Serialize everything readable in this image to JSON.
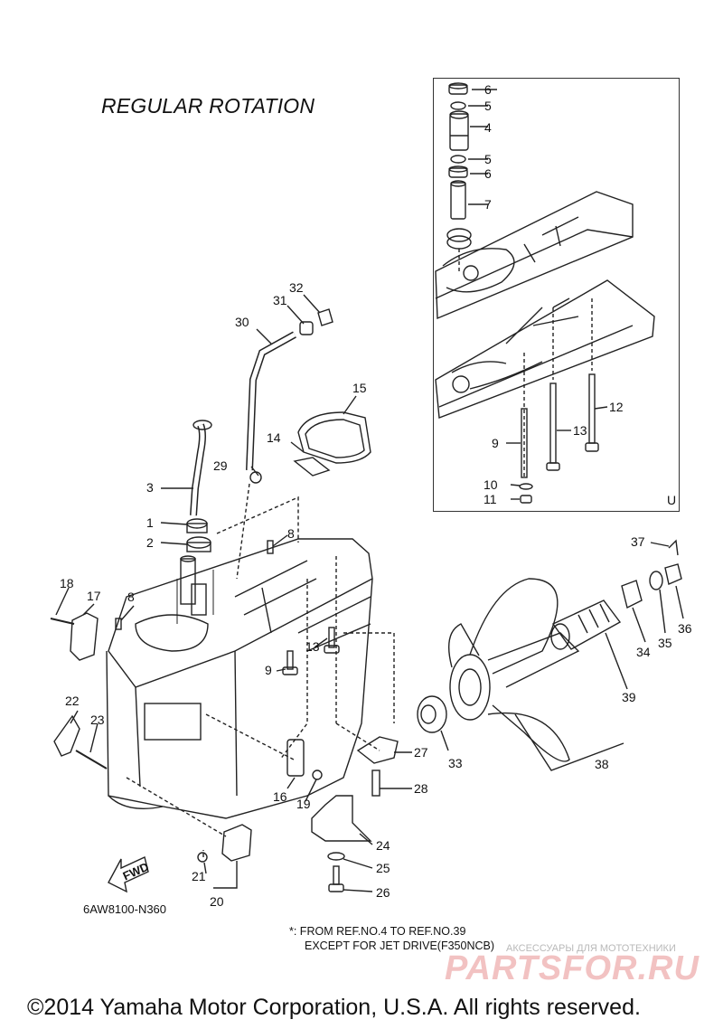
{
  "diagram": {
    "title": "REGULAR ROTATION",
    "inset_mark": "U",
    "fwd_label": "FWD",
    "diagram_code": "6AW8100-N360",
    "note_line1": "*: FROM REF.NO.4 TO REF.NO.39",
    "note_line2": "EXCEPT FOR JET DRIVE(F350NCB)",
    "watermark_small": "АКСЕССУАРЫ ДЛЯ МОТОТЕХНИКИ",
    "watermark_brand": "PARTSFOR.RU",
    "copyright": "©2014 Yamaha Motor Corporation, U.S.A. All rights reserved."
  },
  "callouts": [
    "6",
    "5",
    "4",
    "5",
    "6",
    "7",
    "12",
    "13",
    "9",
    "10",
    "11",
    "32",
    "31",
    "30",
    "15",
    "14",
    "29",
    "3",
    "1",
    "2",
    "8",
    "18",
    "17",
    "8",
    "13",
    "9",
    "22",
    "23",
    "16",
    "19",
    "24",
    "25",
    "26",
    "21",
    "20",
    "27",
    "28",
    "33",
    "37",
    "36",
    "35",
    "34",
    "39",
    "38"
  ]
}
